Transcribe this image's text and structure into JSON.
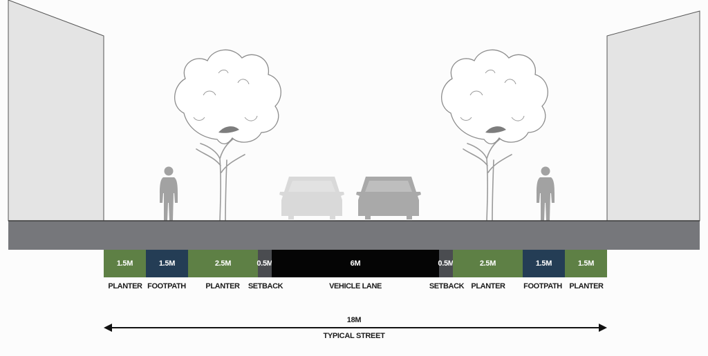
{
  "segments": [
    {
      "width": "1.5M",
      "label": "PLANTER",
      "color": "#5e8045"
    },
    {
      "width": "1.5M",
      "label": "FOOTPATH",
      "color": "#243d55"
    },
    {
      "width": "2.5M",
      "label": "PLANTER",
      "color": "#5e8045"
    },
    {
      "width": "0.5M",
      "label": "SETBACK",
      "color": "#4a4c50"
    },
    {
      "width": "6M",
      "label": "VEHICLE LANE",
      "color": "#050505"
    },
    {
      "width": "0.5M",
      "label": "SETBACK",
      "color": "#4a4c50"
    },
    {
      "width": "2.5M",
      "label": "PLANTER",
      "color": "#5e8045"
    },
    {
      "width": "1.5M",
      "label": "FOOTPATH",
      "color": "#243d55"
    },
    {
      "width": "1.5M",
      "label": "PLANTER",
      "color": "#5e8045"
    }
  ],
  "total": {
    "value": "18M",
    "label": "TYPICAL STREET"
  },
  "colors": {
    "building": "#e4e4e4",
    "ground": "#76777b",
    "person": "#a2a2a2",
    "car_light": "#d9d9d9",
    "car_dark": "#a9a9a9"
  },
  "icons": [
    "building-icon",
    "tree-icon",
    "person-icon",
    "car-icon"
  ]
}
